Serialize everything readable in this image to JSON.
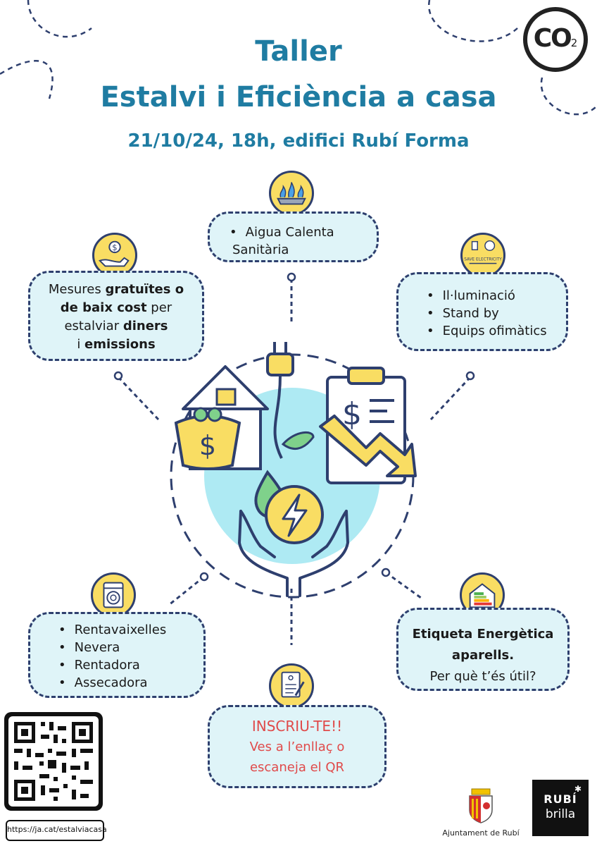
{
  "header": {
    "line1": "Taller",
    "line2": "Estalvi i Eficiència  a casa",
    "line3": "21/10/24, 18h,  edifici Rubí Forma"
  },
  "co2_badge": {
    "main": "CO",
    "sub": "2"
  },
  "boxes": {
    "water": {
      "items": [
        "Aigua Calenta Sanitària"
      ]
    },
    "savings": {
      "l1a": "Mesures ",
      "l1b": "gratuïtes",
      "l1c": " o",
      "l2a": "de baix cost",
      "l2b": " per",
      "l3a": "estalviar ",
      "l3b": "diners",
      "l4a": "i ",
      "l4b": "emissions"
    },
    "electric": {
      "items": [
        "Il·luminació",
        "Stand by",
        "Equips ofimàtics"
      ]
    },
    "appliances": {
      "items": [
        "Rentavaixelles",
        "Nevera",
        "Rentadora",
        "Assecadora"
      ]
    },
    "label": {
      "l1": "Etiqueta Energètica",
      "l2": "aparells.",
      "l3": "Per què t’és útil?"
    },
    "signup": {
      "l1": "INSCRIU-TE!!",
      "l2": "Ves a l’enllaç o",
      "l3": "escaneja el QR"
    }
  },
  "icon_text": {
    "save_electricity": "SAVE ELECTRICITY"
  },
  "footer": {
    "url": "https://ja.cat/estalviacasa",
    "ajuntament": "Ajuntament de Rubí",
    "rubi_l1": "RUBÍ",
    "rubi_l2": "brilla"
  },
  "colors": {
    "title": "#1f7ca2",
    "box_fill": "#dff4f8",
    "box_border": "#2e3f6e",
    "yellow": "#f9dd63",
    "signup_text": "#e04a4a"
  }
}
